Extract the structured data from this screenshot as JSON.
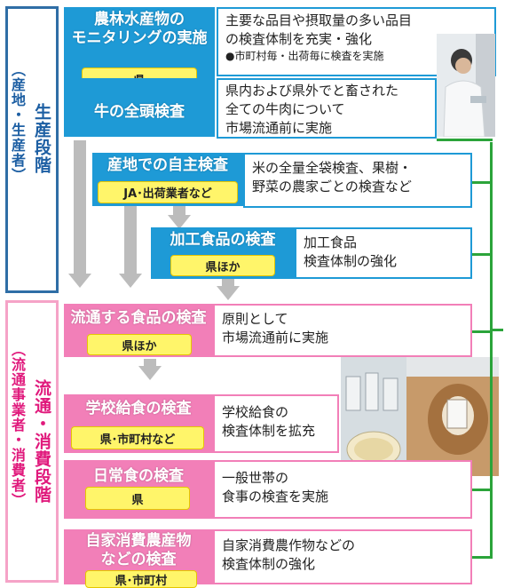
{
  "production_stage": {
    "label_main": "生産段階",
    "label_sub": "（産地・生産者）"
  },
  "distribution_stage": {
    "label_main": "流通・消費段階",
    "label_sub": "（流通事業者・消費者）"
  },
  "items": [
    {
      "title": "農林水産物のモニタリングの実施",
      "title_line1": "農林水産物の",
      "title_line2": "モニタリングの実施",
      "tag": "県",
      "desc_line1": "主要な品目や摂取量の多い品目",
      "desc_line2": "の検査体制を充実・強化",
      "note": "●市町村毎・出荷毎に検査を実施"
    },
    {
      "title": "牛の全頭検査",
      "tag": "",
      "desc_line1": "県内および県外でと畜された",
      "desc_line2": "全ての牛肉について",
      "desc_line3": "市場流通前に実施"
    },
    {
      "title": "産地での自主検査",
      "tag": "JA･出荷業者など",
      "desc_line1": "米の全量全袋検査、果樹・",
      "desc_line2": "野菜の農家ごとの検査など"
    },
    {
      "title": "加工食品の検査",
      "tag": "県ほか",
      "desc_line1": "加工食品",
      "desc_line2": "検査体制の強化"
    },
    {
      "title": "流通する食品の検査",
      "tag": "県ほか",
      "desc_line1": "原則として",
      "desc_line2": "市場流通前に実施"
    },
    {
      "title": "学校給食の検査",
      "tag": "県･市町村など",
      "desc_line1": "学校給食の",
      "desc_line2": "検査体制を拡充"
    },
    {
      "title": "日常食の検査",
      "tag": "県",
      "desc_line1": "一般世帯の",
      "desc_line2": "食事の検査を実施"
    },
    {
      "title": "自家消費農産物などの検査",
      "title_line1": "自家消費農産物",
      "title_line2": "などの検査",
      "tag": "県･市町村",
      "desc_line1": "自家消費農作物などの",
      "desc_line2": "検査体制の強化"
    }
  ],
  "colors": {
    "blue": "#1e9ad6",
    "pink": "#f27fb8",
    "tag_yellow": "#fff56a",
    "green": "#2ba43a",
    "arrow_gray": "#bcbcbc"
  }
}
